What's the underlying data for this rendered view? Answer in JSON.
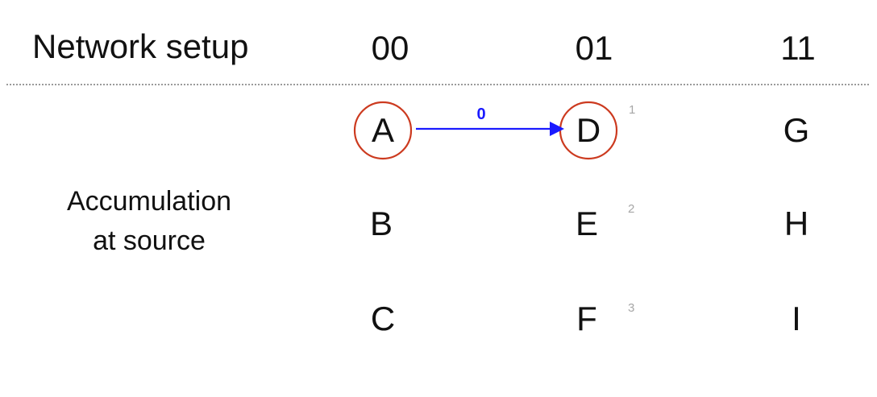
{
  "header": {
    "title": "Network setup",
    "columns": [
      "00",
      "01",
      "11"
    ]
  },
  "row_label": "Accumulation\nat source",
  "nodes": {
    "col00": [
      "A",
      "B",
      "C"
    ],
    "col01": [
      "D",
      "E",
      "F"
    ],
    "col11": [
      "G",
      "H",
      "I"
    ]
  },
  "row_numbers": [
    "1",
    "2",
    "3"
  ],
  "edge": {
    "from": "A",
    "to": "D",
    "label": "0",
    "color": "#1a1aff"
  },
  "highlight_color": "#cc3a1f"
}
